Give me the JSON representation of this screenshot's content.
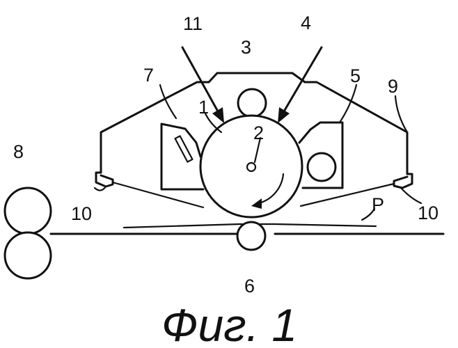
{
  "figure": {
    "labels": {
      "drum": "1",
      "drum_center": "2",
      "top_roller": "3",
      "arrow_right": "4",
      "right_unit": "5",
      "bottom_roller": "6",
      "left_unit": "7",
      "left_rollers": "8",
      "housing": "9",
      "bracket_left": "10",
      "bracket_right": "10",
      "arrow_left": "11",
      "paper": "P"
    },
    "caption": "Фиг. 1"
  }
}
